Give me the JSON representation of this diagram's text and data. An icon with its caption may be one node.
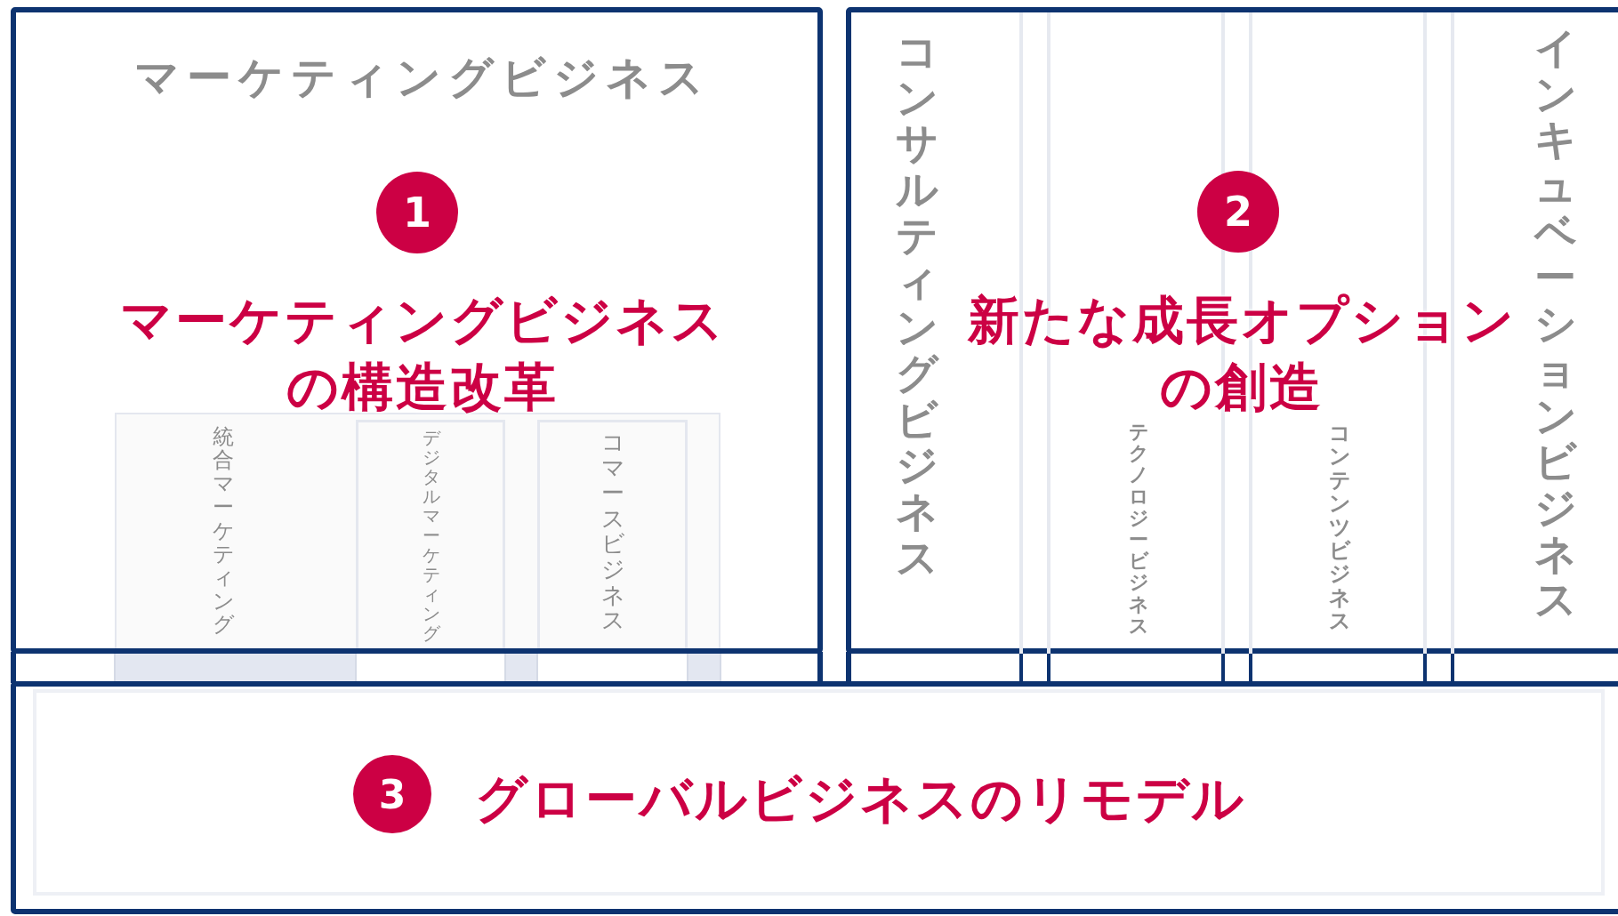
{
  "diagram": {
    "nodes": [
      {
        "text": [
          "マーケティングビジネス",
          "マーケティングビジネスの構造改革"
        ]
      },
      {
        "text": [
          "1"
        ],
        "in": 0
      },
      {
        "text": [
          "統合マーケティング"
        ],
        "in": 0
      },
      {
        "text": [
          "デジタルマーケティング"
        ],
        "in": 2
      },
      {
        "text": [
          "コマースビジネス"
        ],
        "in": 2
      },
      {
        "text": [
          "新たな成長オプションの創造"
        ]
      },
      {
        "text": [
          "2"
        ],
        "in": 5
      },
      {
        "text": [
          "コンサルティングビジネス"
        ],
        "in": 5
      },
      {
        "text": [
          "テクノロジービジネス"
        ],
        "in": 5
      },
      {
        "text": [
          "コンテンツビジネス"
        ],
        "in": 5
      },
      {
        "text": [
          "インキュベーションビジネス"
        ],
        "in": 5
      },
      {
        "text": [
          "グローバルビジネスのリモデル"
        ]
      },
      {
        "text": [
          "3"
        ],
        "in": 11
      }
    ]
  }
}
